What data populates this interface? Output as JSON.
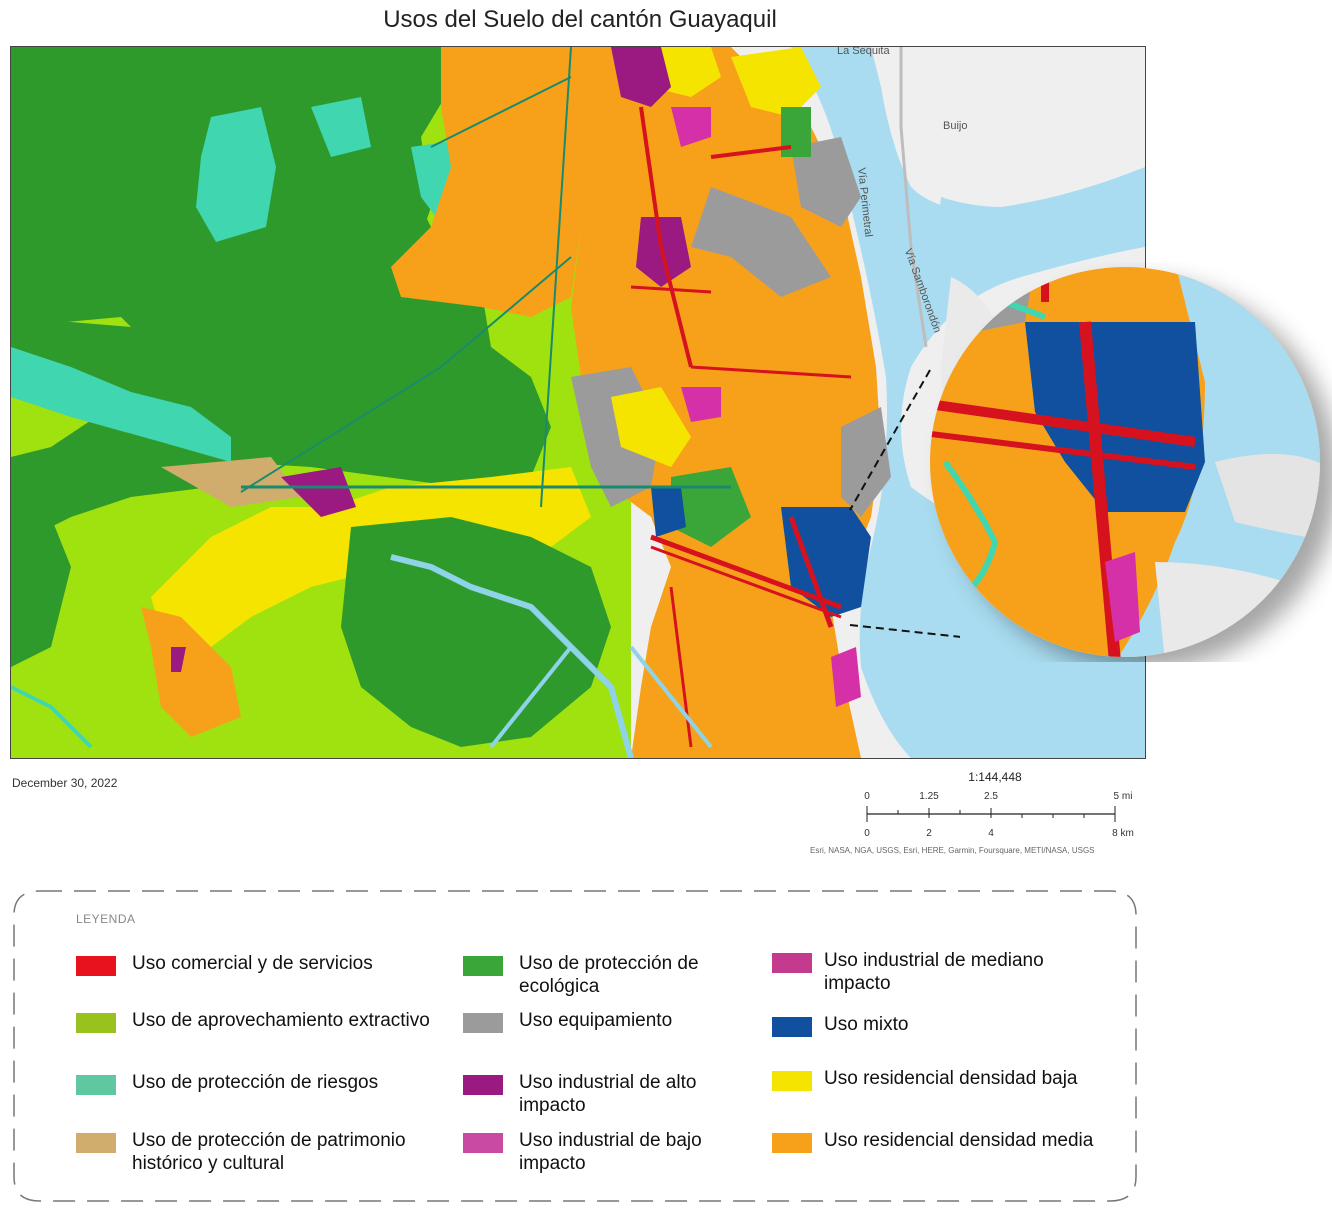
{
  "title": "Usos del Suelo del cantón Guayaquil",
  "date": "December 30, 2022",
  "place_labels": {
    "la_sequita": "La Sequita",
    "buijo": "Buijo",
    "via_perimetral": "Vía Perimetral",
    "via_samborondon": "Vía Samborondón"
  },
  "scale": {
    "ratio": "1:144,448",
    "miles_ticks": [
      "0",
      "1.25",
      "2.5",
      "5 mi"
    ],
    "km_ticks": [
      "0",
      "2",
      "4",
      "8 km"
    ]
  },
  "credits": "Esri, NASA, NGA, USGS, Esri, HERE, Garmin, Foursquare, METI/NASA, USGS",
  "legend": {
    "title": "LEYENDA",
    "items": [
      {
        "label": "Uso comercial y de servicios",
        "color": "#e8121e"
      },
      {
        "label": "Uso de aprovechamiento extractivo",
        "color": "#99c21f"
      },
      {
        "label": "Uso de protección de riesgos",
        "color": "#5fc8a0"
      },
      {
        "label": "Uso de protección de patrimonio histórico y cultural",
        "color": "#d1ad6d"
      },
      {
        "label": "Uso de protección de ecológica",
        "color": "#3aa538"
      },
      {
        "label": "Uso equipamiento",
        "color": "#9b9b9b"
      },
      {
        "label": "Uso industrial de alto impacto",
        "color": "#9a1a82"
      },
      {
        "label": "Uso industrial de bajo impacto",
        "color": "#c84aa2"
      },
      {
        "label": "Uso industrial de mediano impacto",
        "color": "#c43b8e"
      },
      {
        "label": "Uso mixto",
        "color": "#10509e"
      },
      {
        "label": "Uso residencial densidad baja",
        "color": "#f5e400"
      },
      {
        "label": "Uso residencial densidad media",
        "color": "#f7a11a"
      }
    ]
  },
  "map_colors": {
    "protection_green": "#2f9a2c",
    "extractive_green": "#9fe210",
    "risk_teal": "#3fd6b0",
    "water": "#a9dcf0",
    "basemap": "#efefef"
  }
}
